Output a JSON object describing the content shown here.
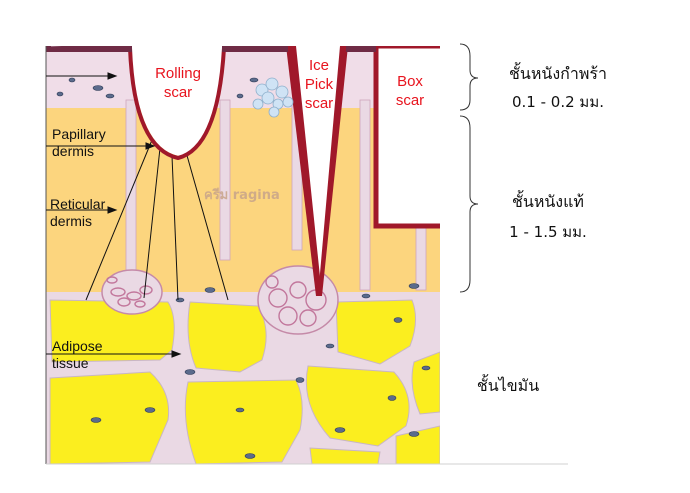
{
  "scars": {
    "rolling": {
      "line1": "Rolling",
      "line2": "scar"
    },
    "icepick": {
      "line1": "Ice",
      "line2": "Pick",
      "line3": "scar"
    },
    "box": {
      "line1": "Box",
      "line2": "scar"
    }
  },
  "left_labels": {
    "papillary": {
      "line1": "Papillary",
      "line2": "dermis"
    },
    "reticular": {
      "line1": "Reticular",
      "line2": "dermis"
    },
    "adipose": {
      "line1": "Adipose",
      "line2": "tissue"
    }
  },
  "right_labels": {
    "epidermis": {
      "name": "ชั้นหนังกำพร้า",
      "range": "0.1 - 0.2 มม."
    },
    "dermis": {
      "name": "ชั้นหนังแท้",
      "range": "1 - 1.5 มม."
    },
    "fat": {
      "name": "ชั้นไขมัน"
    }
  },
  "watermark": "ครีม ragina",
  "colors": {
    "epidermis": "#f0dde8",
    "dermis": "#fcd57e",
    "fat": "#fbee1f",
    "septa": "#ead9e4",
    "scar_outline": "#a0182a",
    "cap_top": "#6f2b45",
    "scar_text": "#e8141e",
    "cell": "#5b6b8c"
  }
}
